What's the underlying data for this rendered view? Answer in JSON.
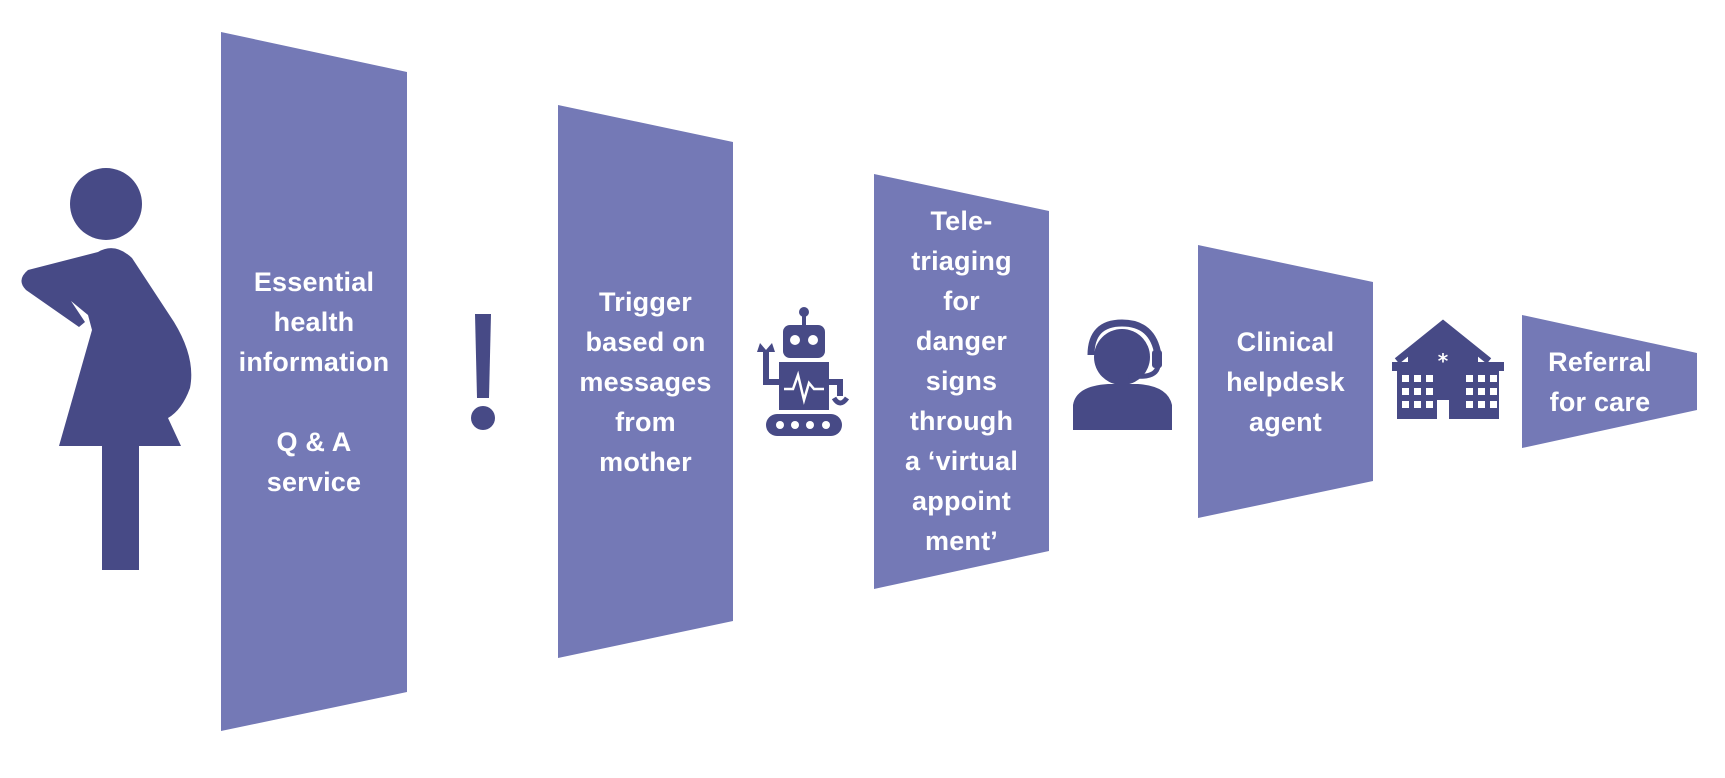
{
  "colors": {
    "panel": "#7479b6",
    "icon": "#474a86",
    "text": "#ffffff",
    "background": "#ffffff"
  },
  "icons": [
    "pregnant-woman-icon",
    "exclamation-icon",
    "robot-icon",
    "helpdesk-agent-icon",
    "hospital-icon"
  ],
  "stages": [
    {
      "lines": [
        "Essential",
        "health",
        "information"
      ],
      "lines2": [
        "Q & A",
        "service"
      ]
    },
    {
      "lines": [
        "Trigger",
        "based on",
        "messages",
        "from",
        "mother"
      ]
    },
    {
      "lines": [
        "Tele-",
        "triaging",
        "for",
        "danger",
        "signs",
        "through",
        "a ‘virtual",
        "appoint",
        "ment’"
      ]
    },
    {
      "lines": [
        "Clinical",
        "helpdesk",
        "agent"
      ]
    },
    {
      "lines": [
        "Referral",
        "for care"
      ]
    }
  ]
}
